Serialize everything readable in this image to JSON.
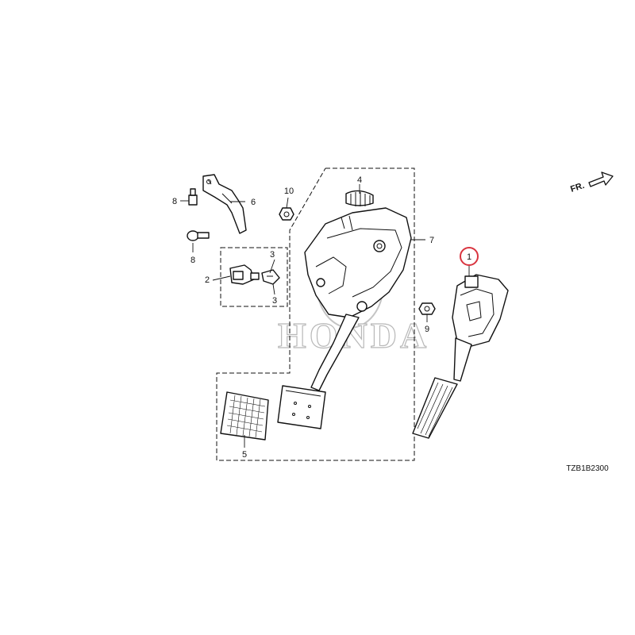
{
  "diagram": {
    "callouts": [
      {
        "id": "c1",
        "label": "1"
      },
      {
        "id": "c2",
        "label": "2"
      },
      {
        "id": "c3a",
        "label": "3"
      },
      {
        "id": "c3b",
        "label": "3"
      },
      {
        "id": "c4",
        "label": "4"
      },
      {
        "id": "c5",
        "label": "5"
      },
      {
        "id": "c6",
        "label": "6"
      },
      {
        "id": "c7",
        "label": "7"
      },
      {
        "id": "c8a",
        "label": "8"
      },
      {
        "id": "c8b",
        "label": "8"
      },
      {
        "id": "c9",
        "label": "9"
      },
      {
        "id": "c10",
        "label": "10"
      }
    ],
    "direction_label": "FR.",
    "reference_code": "TZB1B2300",
    "watermark": "HONDA",
    "highlight_color": "#d9343f",
    "line_color": "#111111"
  }
}
